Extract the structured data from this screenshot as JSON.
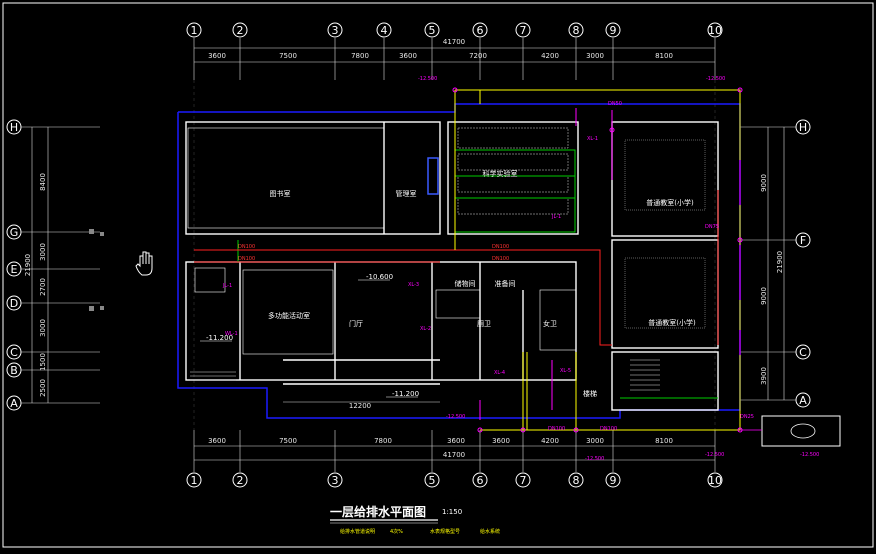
{
  "drawing": {
    "title": "一层给排水平面图",
    "scale": "1:150",
    "notes": [
      "给排水管道说明",
      "4次%",
      "水表规格型号",
      "给水系统"
    ]
  },
  "axes": {
    "top_labels": [
      "1",
      "2",
      "3",
      "4",
      "5",
      "6",
      "7",
      "8",
      "9",
      "10"
    ],
    "bottom_labels": [
      "1",
      "2",
      "3",
      "5",
      "6",
      "7",
      "8",
      "9",
      "10"
    ],
    "left_labels": [
      "H",
      "G",
      "E",
      "D",
      "C",
      "B",
      "A"
    ],
    "right_labels": [
      "H",
      "F",
      "C",
      "A"
    ]
  },
  "dimensions": {
    "top_total": "41700",
    "top_segments": [
      "3600",
      "7500",
      "7800",
      "3600",
      "7200",
      "4200",
      "3000",
      "8100"
    ],
    "bottom_total": "41700",
    "bottom_segments": [
      "3600",
      "7500",
      "7800",
      "3600",
      "3600",
      "4200",
      "3000",
      "8100"
    ],
    "left_total": "21900",
    "left_segments": [
      "8400",
      "3000",
      "2700",
      "3000",
      "1500",
      "2500"
    ],
    "right_total": "21900",
    "right_segments": [
      "9000",
      "9000",
      "3900"
    ],
    "inner_length": "12200",
    "mid_dim_1": "3000",
    "mid_dim_2": "3000"
  },
  "rooms": {
    "library": "图书室",
    "office": "管理室",
    "lab": "科学实验室",
    "classroom_top": "普通教室(小学)",
    "classroom_mid": "普通教室(小学)",
    "multi_room": "多功能活动室",
    "hall": "门厅",
    "storage": "储物间",
    "prep": "准备间",
    "wc": "厕卫",
    "female_wc": "女卫",
    "stairs": "楼梯"
  },
  "elevations": {
    "e1": "-10.600",
    "e2": "-11.200",
    "e3": "-11.200"
  },
  "tags": {
    "xl1": "XL-1",
    "xl2": "XL-2",
    "xl3": "XL-3",
    "xl4": "XL-4",
    "xl5": "XL-5",
    "jl1": "JL-1",
    "wl1": "WL-1",
    "dn100": "DN100",
    "dn50": "DN50",
    "dn75": "DN75",
    "dn25": "DN25",
    "el": "-12.500"
  },
  "colors": {
    "wall": "#ffffff",
    "outline": "#1010ff",
    "water": "#ffff00",
    "drain": "#ff2020",
    "green": "#00d000",
    "tag": "#ff00ff"
  }
}
